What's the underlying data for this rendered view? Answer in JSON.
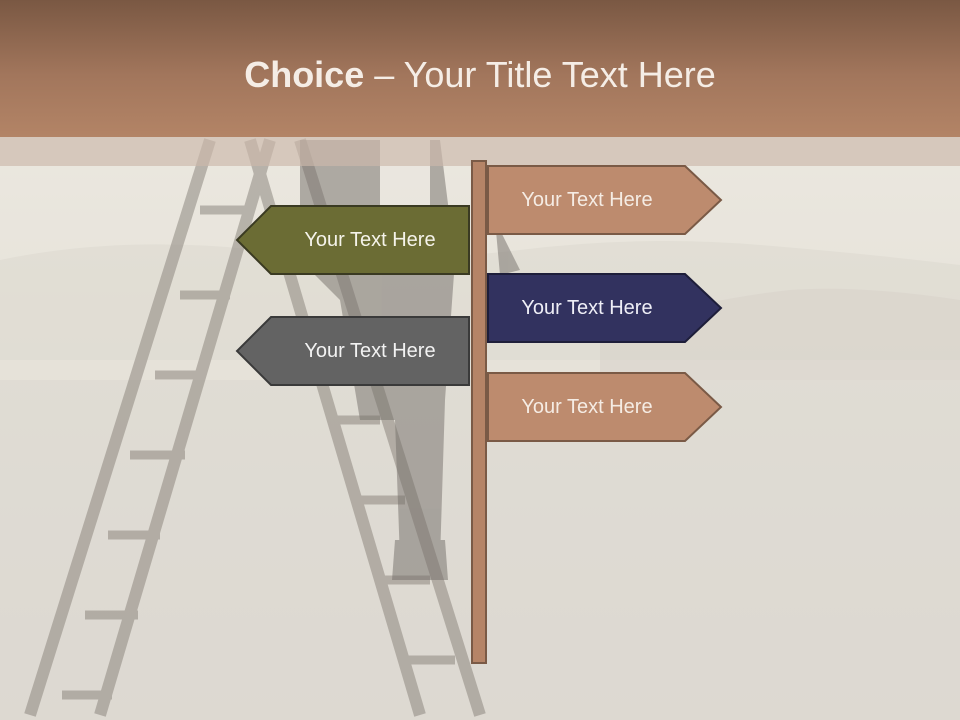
{
  "slide": {
    "title_bold": "Choice",
    "title_rest": " – Your Title Text Here"
  },
  "signs": [
    {
      "label": "Your Text Here",
      "direction": "right",
      "fill": "#bd8b6e",
      "text_color": "#f5ece4"
    },
    {
      "label": "Your Text Here",
      "direction": "left",
      "fill": "#6b6c34",
      "text_color": "#f5f3ea"
    },
    {
      "label": "Your Text Here",
      "direction": "right",
      "fill": "#32325f",
      "text_color": "#eeeef6"
    },
    {
      "label": "Your Text Here",
      "direction": "left",
      "fill": "#636363",
      "text_color": "#f2f2f2"
    },
    {
      "label": "Your Text Here",
      "direction": "right",
      "fill": "#bd8b6e",
      "text_color": "#f5ece4"
    }
  ],
  "colors": {
    "title_band": "#a2765c",
    "post": "#b58467",
    "outline": "#3d3a2e"
  }
}
